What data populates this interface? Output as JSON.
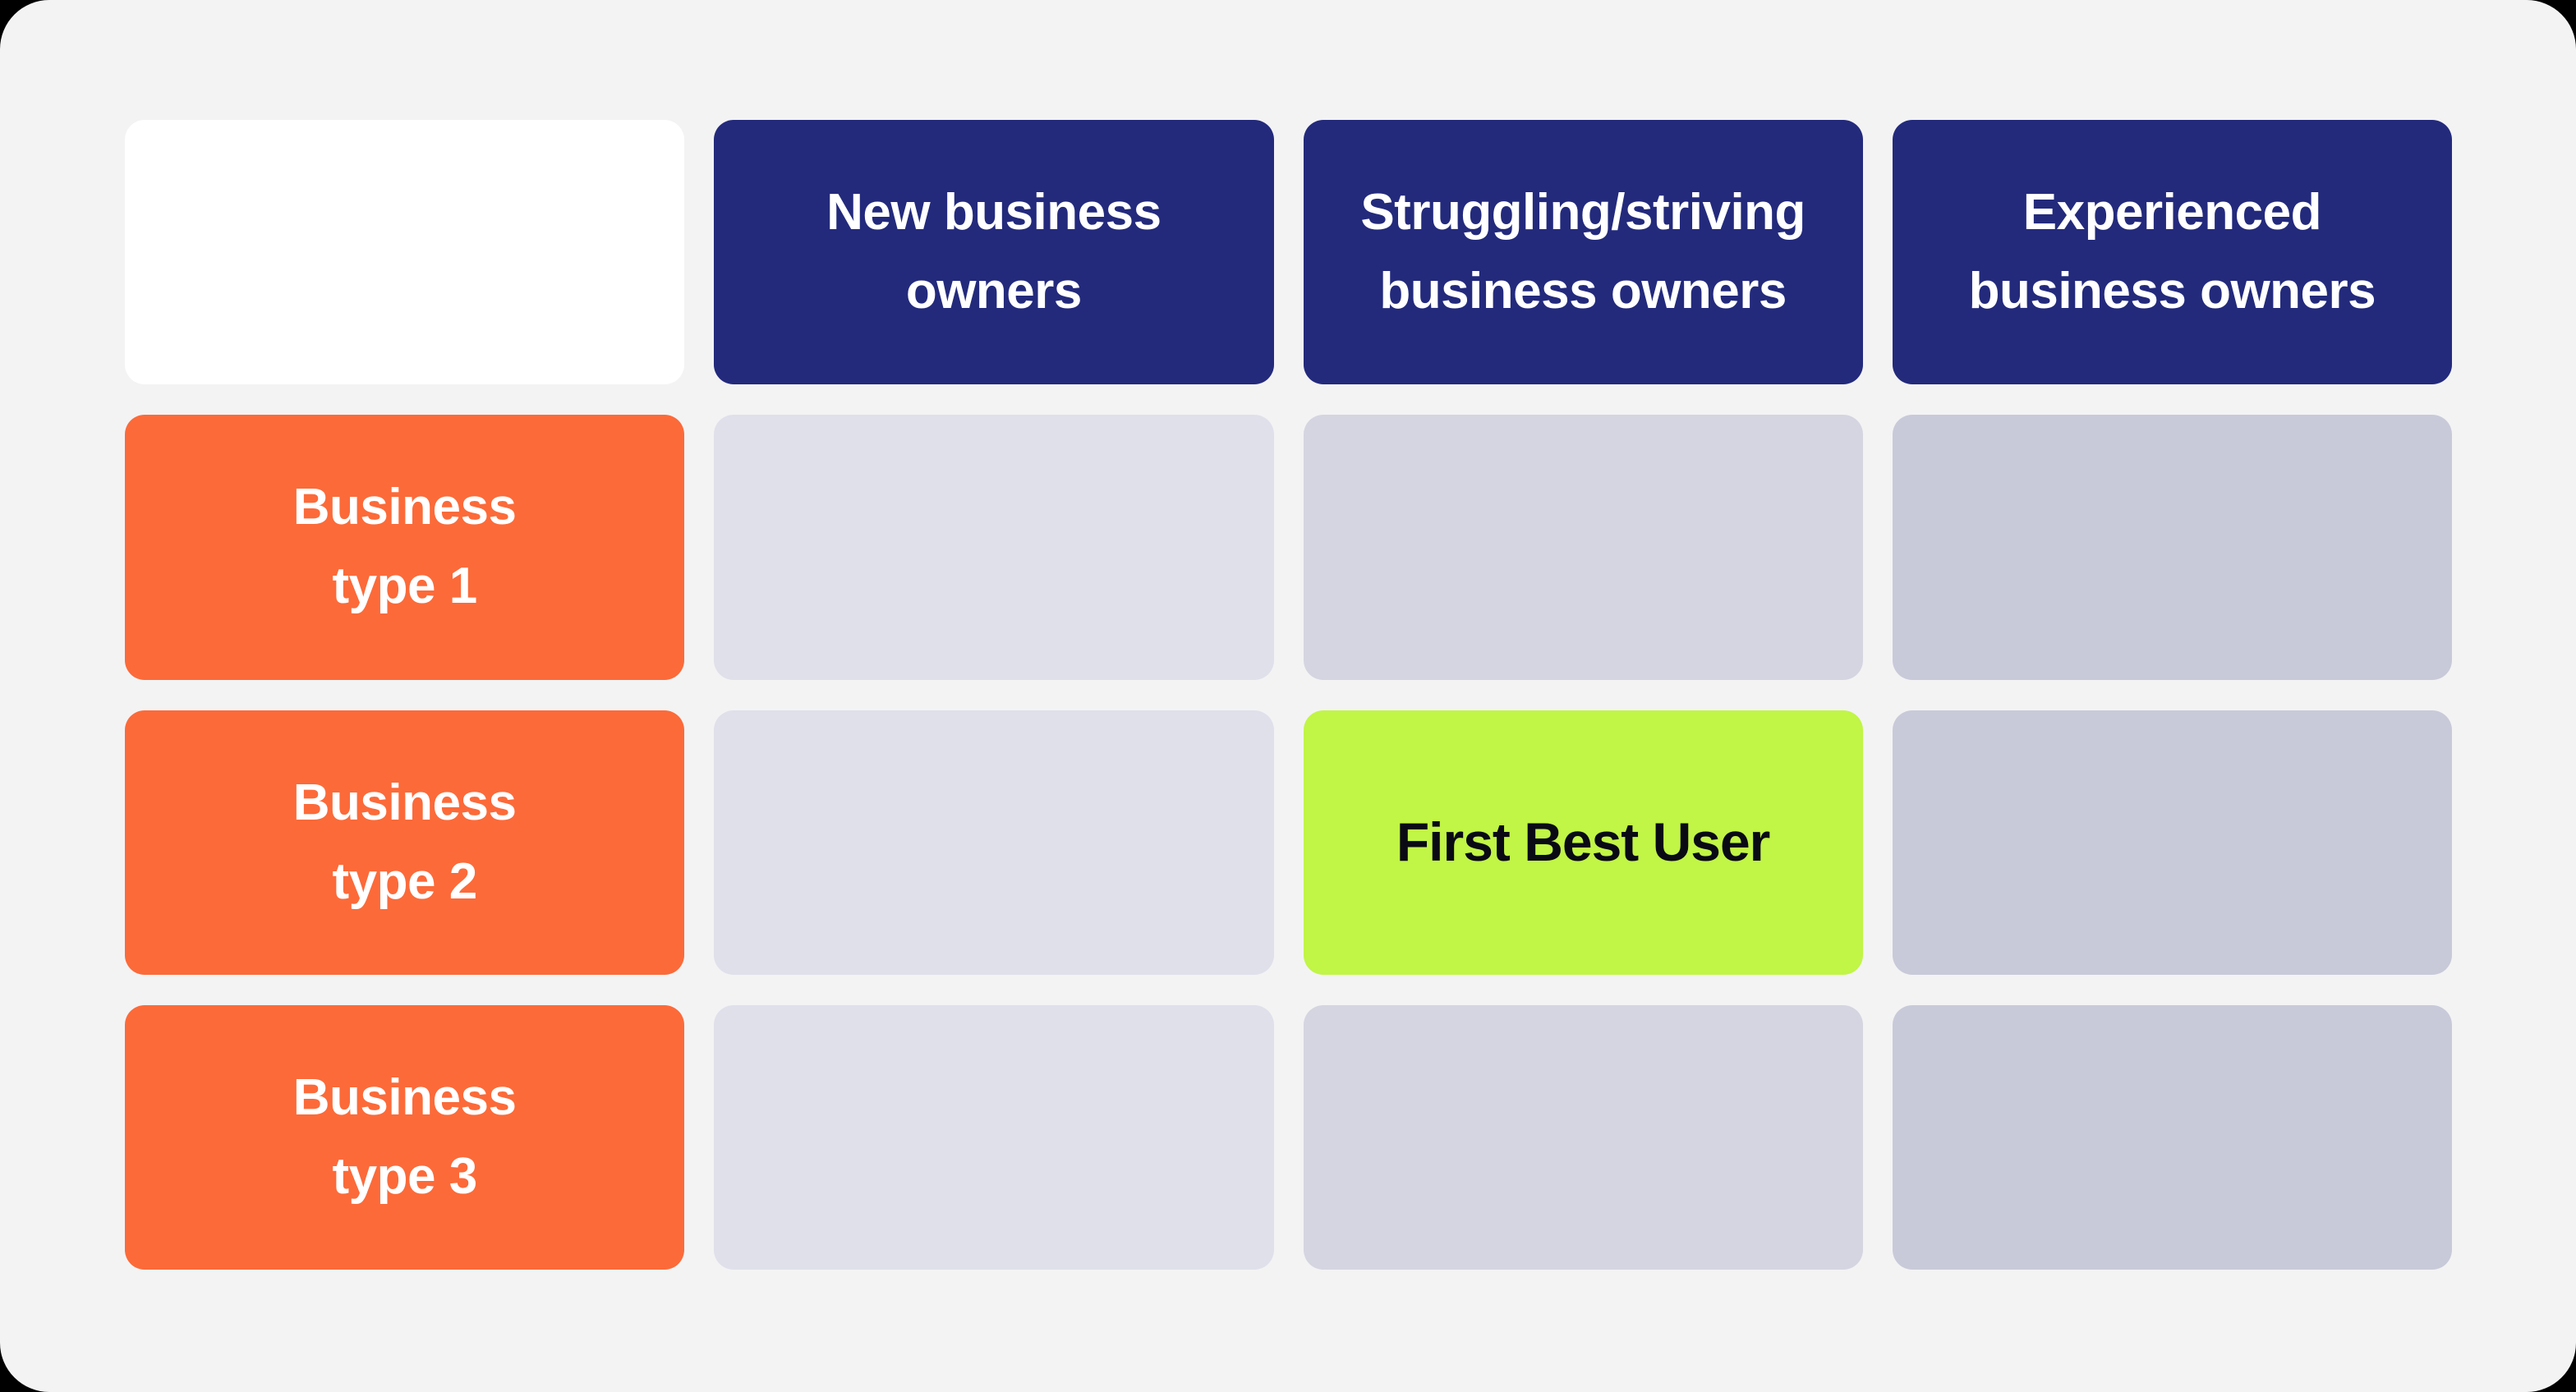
{
  "colors": {
    "page_background": "#000000",
    "canvas_background": "#F3F3F4",
    "header_navy": "#232A7C",
    "row_orange": "#FC6A39",
    "highlight_green": "#C1F546",
    "cell_gray_col1": "#DFE0EA",
    "cell_gray_col2": "#D4D5E0",
    "cell_gray_col3": "#C8CAD9",
    "header_text": "#FFFFFF",
    "highlight_text": "#0A0A14"
  },
  "matrix": {
    "column_headers": [
      {
        "label": "New business\nowners"
      },
      {
        "label": "Struggling/striving\nbusiness owners"
      },
      {
        "label": "Experienced\nbusiness owners"
      }
    ],
    "row_headers": [
      {
        "label": "Business\ntype 1"
      },
      {
        "label": "Business\ntype 2"
      },
      {
        "label": "Business\ntype 3"
      }
    ],
    "highlight_cell": {
      "label": "First Best User",
      "row": 2,
      "column": 2
    }
  }
}
